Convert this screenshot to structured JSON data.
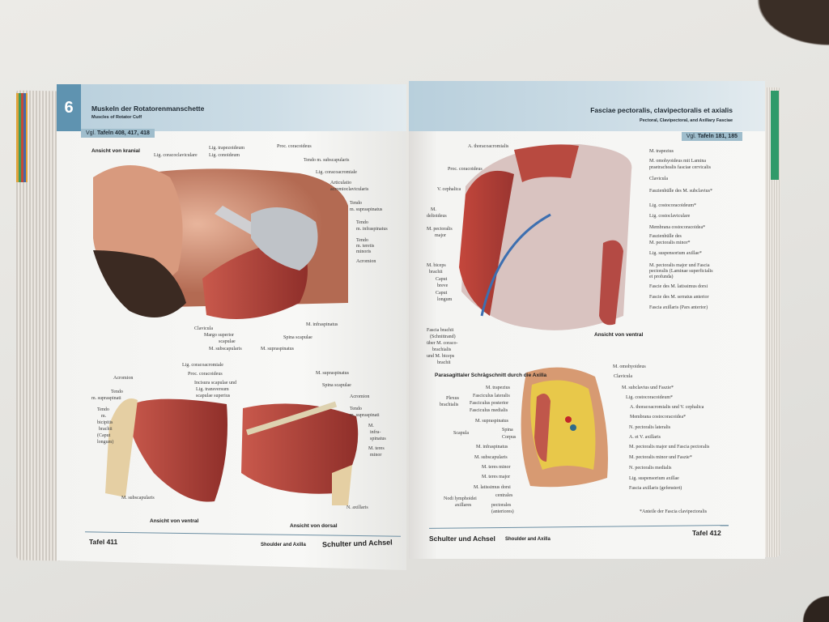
{
  "left_page": {
    "chapter_number": "6",
    "title_de": "Muskeln der Rotatorenmanschette",
    "title_en": "Muscles of Rotator Cuff",
    "vgl_prefix": "Vgl.",
    "vgl_refs": "Tafeln 408, 417, 418",
    "top_figure": {
      "view": "Ansicht von kranial",
      "labels": [
        "Lig. coracoclaviculare",
        "Lig. trapezoideum",
        "Lig. conoideum",
        "Proc. coracoideus",
        "Tendo m. subscapularis",
        "Lig. coracoacromiale",
        "Articulatio",
        "acromioclavicularis",
        "Tendo",
        "m. supraspinatus",
        "Tendo",
        "m. infraspinatus",
        "Tendo",
        "m. teretis",
        "minoris",
        "Acromion",
        "Clavicula",
        "Margo superior",
        "scapulae",
        "M. subscapularis",
        "M. supraspinatus",
        "Spina scapulae",
        "M. infraspinatus"
      ]
    },
    "bottom_left_figure": {
      "view": "Ansicht von ventral",
      "labels": [
        "Lig. coracoacromiale",
        "Proc. coracoideus",
        "Incisura scapulae und",
        "Lig. transversum",
        "scapulae superius",
        "Acromion",
        "Tendo",
        "m. supraspinati",
        "Tendo",
        "m.",
        "bicipitis",
        "brachii",
        "(Caput",
        "longum)",
        "M. subscapularis"
      ]
    },
    "bottom_right_figure": {
      "view": "Ansicht von dorsal",
      "labels": [
        "M. supraspinatus",
        "Spina scapulae",
        "Acromion",
        "Tendo",
        "m. supraspinati",
        "M.",
        "infra-",
        "spinatus",
        "M. teres",
        "minor",
        "N. axillaris"
      ]
    },
    "footer": {
      "plate": "Tafel 411",
      "section_en": "Shoulder and Axilla",
      "section_de": "Schulter und Achsel"
    }
  },
  "right_page": {
    "title_de": "Fasciae pectoralis, clavipectoralis et axialis",
    "title_en": "Pectoral, Clavipectoral, and Axillary Fasciae",
    "vgl_prefix": "Vgl.",
    "vgl_refs": "Tafeln 181, 185",
    "top_figure": {
      "view": "Ansicht von ventral",
      "labels_right": [
        "M. trapezius",
        "M. omohyoideus mit Lamina",
        "praetrachealis fasciae cervicalis",
        "Clavicula",
        "Faszienhülle des M. subclavius*",
        "Lig. costocoracoideum*",
        "Lig. costoclaviculare",
        "Membrana costocoracoidea*",
        "Faszienhülle des",
        "M. pectoralis minor*",
        "Lig. suspensorium axillae*",
        "M. pectoralis major und Fascia",
        "pectoralis (Laminae superficialis",
        "et profunda)",
        "Fascie des M. latissimus dorsi",
        "Fascie des M. serratus anterior",
        "Fascia axillaris (Pars anterior)"
      ],
      "labels_left": [
        "A. thoracoacromialis",
        "Proc. coracoideus",
        "V. cephalica",
        "M.",
        "deltoideus",
        "M. pectoralis",
        "major",
        "M. biceps",
        "brachii",
        "Caput",
        "breve",
        "Caput",
        "longum",
        "Fascia brachii",
        "(Schnittrand)",
        "über M. coraco-",
        "brachialis",
        "und M. biceps",
        "brachii"
      ]
    },
    "bottom_figure": {
      "heading": "Parasagittaler Schrägschnitt durch die Axilla",
      "labels_right": [
        "M. omohyoideus",
        "Clavicula",
        "M. subclavius und Faszie*",
        "Lig. costocoracoideum*",
        "A. thoracoacromialis und V. cephalica",
        "Membrana costocoracoidea*",
        "N. pectoralis lateralis",
        "A. et V. axillaris",
        "M. pectoralis major und Fascia pectoralis",
        "M. pectoralis minor und Faszie*",
        "N. pectoralis medialis",
        "Lig. suspensorium axillae",
        "Fascia axillaris (gefenstert)"
      ],
      "labels_left": [
        "M. trapezius",
        "Plexus",
        "brachialis",
        "Fasciculus lateralis",
        "Fasciculus posterior",
        "Fasciculus medialis",
        "M. supraspinatus",
        "Scapula",
        "Spina",
        "Corpus",
        "M. infraspinatus",
        "M. subscapularis",
        "M. teres minor",
        "M. teres major",
        "M. latissimus dorsi",
        "Nodi lymphoidei",
        "axillares",
        "centrales",
        "pectorales",
        "(anteriores)"
      ]
    },
    "footnote": "*Anteile der Fascia clavipectoralis",
    "footer": {
      "section_de": "Schulter und Achsel",
      "section_en": "Shoulder and Axilla",
      "plate": "Tafel 412"
    }
  },
  "colors": {
    "header_band": "#b8cfdc",
    "chapter_badge": "#5f93b0",
    "muscle": "#b2423a",
    "fat": "#e8c84a"
  }
}
